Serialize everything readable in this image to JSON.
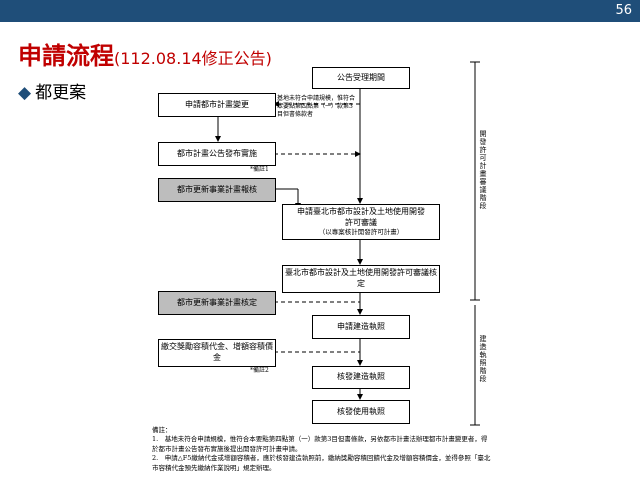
{
  "page": {
    "number": "56"
  },
  "title": {
    "main": "申請流程",
    "sub": "(112.08.14修正公告)"
  },
  "bullet": {
    "text": "都更案"
  },
  "flow": {
    "announce": "公告受理期間",
    "apply_change": "申請都市計畫變更",
    "exempt_note": "基地未符合申請規模，惟符合本要點第四點第（一）款第3目但書條款者",
    "plan_publish": "都市計畫公告發布實施",
    "note1": "*備註1",
    "renewal_submit": "都市更新事業計畫報核",
    "design_review": "申請臺北市都市設計及土地使用開發許可審議",
    "design_review_sub": "（以專案核計開發許可計畫）",
    "design_approval": "臺北市都市設計及土地使用開發許可審議核定",
    "renewal_approve": "都市更新事業計畫核定",
    "apply_permit": "申請建造執照",
    "pay_fee": "繳交獎勵容積代金、增額容積價金",
    "note2": "*備註2",
    "issue_permit": "核發建造執照",
    "use_permit": "核發使用執照"
  },
  "side_labels": {
    "stage1": "開發許可計畫審議階段",
    "stage2": "建造執照階段"
  },
  "notes": {
    "heading": "備註：",
    "n1": "1.　基地未符合申請規模，惟符合本要點第四點第（一）款第3目但書條款，另依都市計畫法辦理都市計畫變更者，得於都市計畫公告發布實施後提出開發許可計畫申請。",
    "n2": "2.　申請△F5繳納代金或增額容積者，應於核發建造執照前，繳納獎勵容積回饋代金及增額容積價金，並得參照「臺北市容積代金預先繳納作業說明」規定辦理。"
  }
}
